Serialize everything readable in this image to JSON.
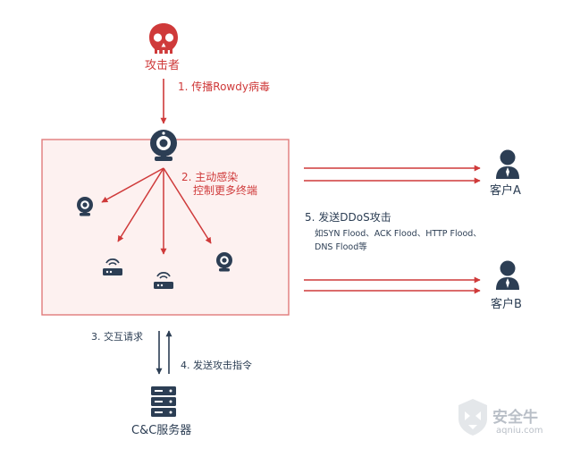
{
  "attacker": {
    "label": "攻击者"
  },
  "step1": {
    "text": "1. 传播Rowdy病毒"
  },
  "step2": {
    "line1": "2. 主动感染",
    "line2": "控制更多终端"
  },
  "step3": {
    "text": "3. 交互请求"
  },
  "step4": {
    "text": "4. 发送攻击指令"
  },
  "step5": {
    "title": "5. 发送DDoS攻击",
    "line1": "如SYN Flood、ACK Flood、HTTP Flood、",
    "line2": "DNS Flood等"
  },
  "client_a": {
    "label": "客户A"
  },
  "client_b": {
    "label": "客户B"
  },
  "server": {
    "label": "C&C服务器"
  },
  "watermark": {
    "brand": "安全牛",
    "url": "aqniu.com"
  },
  "colors": {
    "red": "#cf3a3a",
    "navy": "#2c3e54",
    "box_fill": "#fdf1f0",
    "box_border": "#e07a7a"
  },
  "icons": {
    "attacker": "skull-icon",
    "camera": "webcam-icon",
    "router": "router-icon",
    "client": "person-icon",
    "server": "server-icon"
  }
}
